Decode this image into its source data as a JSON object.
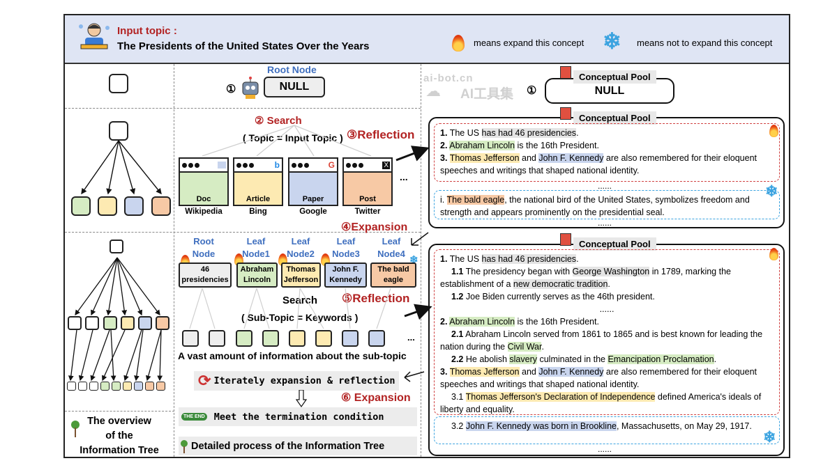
{
  "header": {
    "input_label": "Input topic :",
    "topic": "The Presidents of the United States Over the Years",
    "legend_expand": "means expand this concept",
    "legend_no_expand": "means not to expand this concept"
  },
  "left_panel": {
    "caption_lines": [
      "The overview",
      "of the",
      "Information Tree"
    ]
  },
  "middle": {
    "root_node_label": "Root Node",
    "null_label": "NULL",
    "step1": "①",
    "step2": "② Search",
    "search_params": "( Topic = Input Topic )",
    "step3": "③Reflection",
    "sources": [
      {
        "type": "Doc",
        "name": "Wikipedia"
      },
      {
        "type": "Article",
        "name": "Bing"
      },
      {
        "type": "Paper",
        "name": "Google"
      },
      {
        "type": "Post",
        "name": "Twitter"
      }
    ],
    "ellipsis": "...",
    "step4": "④Expansion",
    "nodes": [
      {
        "header": "Root Node",
        "text": "46 presidencies"
      },
      {
        "header": "Leaf Node1",
        "text": "Abraham Lincoln"
      },
      {
        "header": "Leaf Node2",
        "text": "Thomas Jefferson"
      },
      {
        "header": "Leaf Node3",
        "text": "John F. Kennedy"
      },
      {
        "header": "Leaf Node4",
        "text": "The bald eagle"
      }
    ],
    "search2": "Search",
    "step5": "⑤Reflection",
    "sub_topic": "( Sub-Topic = Keywords )",
    "vast_info": "A vast amount of information about the sub-topic",
    "iterate": "Iterately expansion & reflection",
    "step6": "⑥ Expansion",
    "termination": "Meet the termination condition",
    "end_badge": "THE END",
    "detailed": "Detailed process of the Information Tree"
  },
  "right": {
    "pool_title": "Conceptual Pool",
    "step1": "①",
    "null_label": "NULL",
    "watermark_1": "ai-bot.cn",
    "watermark_2": "AI工具集",
    "pool2": {
      "l1_num": "1.",
      "l1_a": "The US ",
      "l1_hl": "has had 46 presidencies",
      "l1_b": ".",
      "l2_num": "2.",
      "l2_hl": "Abraham Lincoln",
      "l2_b": " is the 16th President.",
      "l3_num": "3.",
      "l3_hl1": "Thomas Jefferson",
      "l3_and": " and ",
      "l3_hl2": "John F. Kennedy",
      "l3_b": " are also remembered for their eloquent speeches and writings that shaped national identity.",
      "dots": "......",
      "i_num": "i.",
      "i_hl": "The bald eagle",
      "i_b": ", the national bird of the United States, symbolizes freedom and strength and appears prominently on the presidential seal.",
      "dots2": "......"
    },
    "pool3": {
      "a1_num": "1.",
      "a1_a": "The US ",
      "a1_hl": "has had 46 presidencies",
      "a1_b": ".",
      "a11_num": "1.1",
      "a11_a": " The presidency began with ",
      "a11_hl1": "George Washington",
      "a11_b": " in 1789, marking the establishment of a ",
      "a11_hl2": "new democratic tradition",
      "a11_c": ".",
      "a12_num": "1.2",
      "a12_a": " Joe Biden currently serves as the 46th president.",
      "dots": "......",
      "a2_num": "2.",
      "a2_hl": "Abraham Lincoln",
      "a2_b": " is the 16th President.",
      "a21_num": "2.1",
      "a21_a": " Abraham Lincoln served from 1861 to 1865 and is best known for leading the nation during the ",
      "a21_hl": "Civil War",
      "a21_b": ".",
      "a22_num": "2.2",
      "a22_a": " He abolish ",
      "a22_hl1": "slavery",
      "a22_b": " culminated in the ",
      "a22_hl2": "Emancipation Proclamation",
      "a22_c": ".",
      "a3_num": "3.",
      "a3_hl1": "Thomas Jefferson",
      "a3_and": " and ",
      "a3_hl2": "John F. Kennedy",
      "a3_b": " are also remembered for their eloquent speeches and writings that shaped national identity.",
      "a31_num": "3.1",
      "a31_hl": "Thomas Jefferson's Declaration of Independence",
      "a31_b": " defined America's ideals of liberty and equality.",
      "a32_num": "3.2",
      "a32_hl": "John F. Kennedy was born in Brookline",
      "a32_b": ", Massachusetts, on May 29, 1917.",
      "dots2": "......"
    }
  }
}
